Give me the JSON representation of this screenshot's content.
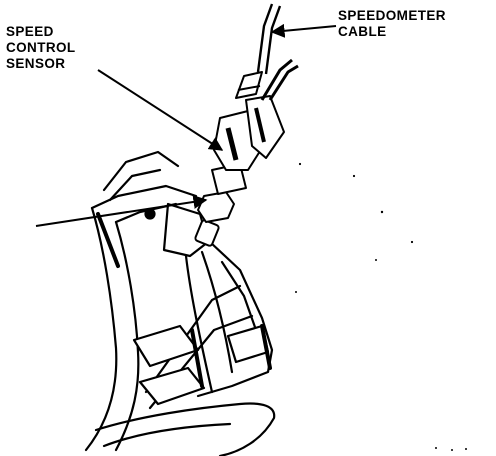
{
  "labels": {
    "speed_control_sensor": [
      "SPEED",
      "CONTROL",
      "SENSOR"
    ],
    "speedometer_cable": [
      "SPEEDOMETER",
      "CABLE"
    ]
  },
  "colors": {
    "line": "#000000",
    "background": "#ffffff"
  }
}
